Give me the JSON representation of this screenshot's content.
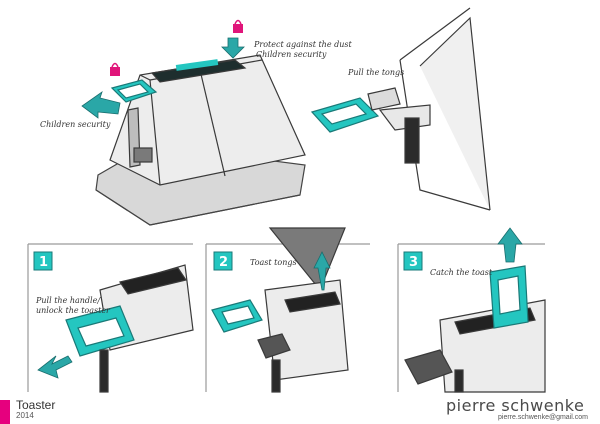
{
  "notes": {
    "protect": "Protect against the dust",
    "children_top": "Children security",
    "children_left": "Children security",
    "pull_tongs": "Pull the tongs",
    "pull_handle_1": "Pull the handle/",
    "pull_handle_2": "unlock the toaster",
    "toast_tongs": "Toast tongs",
    "catch_toast": "Catch the toast"
  },
  "steps": {
    "one": "1",
    "two": "2",
    "three": "3"
  },
  "footer": {
    "title": "Toaster",
    "year": "2014",
    "signature": "pierre schwenke",
    "email": "pierre.schwenke@gmail.com"
  },
  "colors": {
    "accent": "#24c6c0",
    "lock": "#e0157a",
    "arrow": "#2aa7a7",
    "label_bar": "#e6007e"
  },
  "icons": [
    "lock-icon",
    "arrow-icon"
  ]
}
